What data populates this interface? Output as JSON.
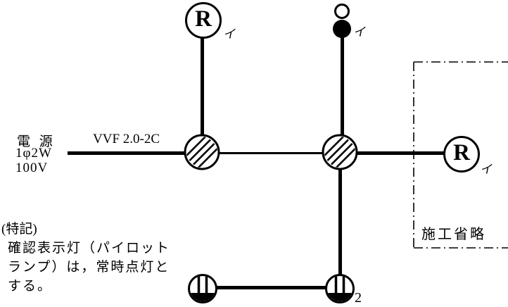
{
  "diagram_type": "electrical-wiring-single-line-diagram",
  "colors": {
    "ink": "#000000",
    "background": "#ffffff"
  },
  "power": {
    "name": "電 源",
    "phase": "1φ2W",
    "voltage": "100V"
  },
  "cable": {
    "label": "VVF 2.0-2C"
  },
  "fixtures": {
    "lamp_top": {
      "symbol": "R",
      "label": "イ"
    },
    "pilot_switch": {
      "label": "イ"
    },
    "lamp_right": {
      "symbol": "R",
      "label": "イ"
    },
    "outlet_right": {
      "count_label": "2"
    }
  },
  "omission_box": {
    "label": "施工省略"
  },
  "notes": {
    "heading": "(特記)",
    "lines": [
      "確認表示灯（パイロット",
      "ランプ）は，常時点灯と",
      "する。"
    ]
  }
}
